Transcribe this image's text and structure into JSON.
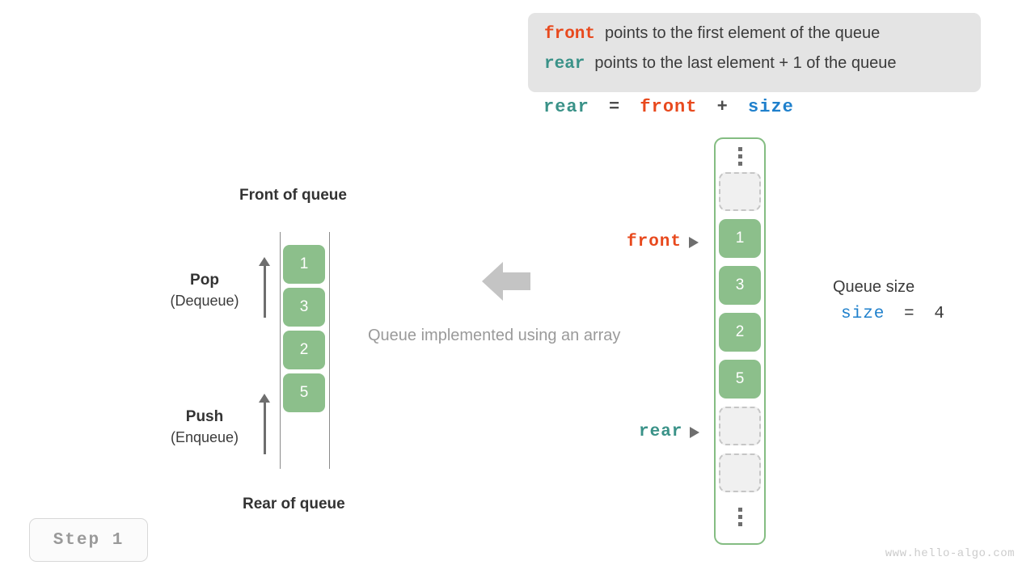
{
  "info_box": {
    "lines": [
      {
        "keyword": "front",
        "keyword_color": "#e8491d",
        "text": "points to the first element of the queue"
      },
      {
        "keyword": "rear",
        "keyword_color": "#3a9288",
        "text": "points to the last element + 1 of the queue"
      }
    ]
  },
  "formula": {
    "lhs": "rear",
    "eq": "=",
    "rhs1": "front",
    "plus": "+",
    "rhs2": "size",
    "colors": {
      "rear": "#3a9288",
      "front": "#e8491d",
      "size": "#1f80cc",
      "operator": "#4c4c4c"
    }
  },
  "left_stack": {
    "top_title": "Front of queue",
    "bottom_title": "Rear of queue",
    "values": [
      "1",
      "3",
      "2",
      "5"
    ],
    "cell_color": "#8cbf8b",
    "pop": {
      "title": "Pop",
      "subtitle": "(Dequeue)"
    },
    "push": {
      "title": "Push",
      "subtitle": "(Enqueue)"
    }
  },
  "center": {
    "caption": "Queue implemented using an array",
    "arrow_icon": "arrow-left-icon",
    "arrow_color": "#c4c4c4"
  },
  "array": {
    "top_ellipsis": "⋮",
    "bottom_ellipsis": "⋮",
    "cells": [
      {
        "value": "",
        "state": "empty"
      },
      {
        "value": "1",
        "state": "filled"
      },
      {
        "value": "3",
        "state": "filled"
      },
      {
        "value": "2",
        "state": "filled"
      },
      {
        "value": "5",
        "state": "filled"
      },
      {
        "value": "",
        "state": "empty"
      },
      {
        "value": "",
        "state": "empty"
      }
    ],
    "border_color": "#84bd82",
    "filled_color": "#8cbf8b",
    "empty_fill": "#f0f0f0",
    "empty_border": "#c6c6c6"
  },
  "pointers": {
    "front": {
      "label": "front",
      "color": "#e8491d",
      "icon": "arrow-right-pointer-icon"
    },
    "rear": {
      "label": "rear",
      "color": "#3a9288",
      "icon": "arrow-right-pointer-icon"
    }
  },
  "size_note": {
    "title": "Queue size",
    "name": "size",
    "eq": "=",
    "value": "4",
    "name_color": "#1f80cc"
  },
  "step_badge": {
    "label": "Step 1"
  },
  "watermark": {
    "text": "www.hello-algo.com"
  }
}
